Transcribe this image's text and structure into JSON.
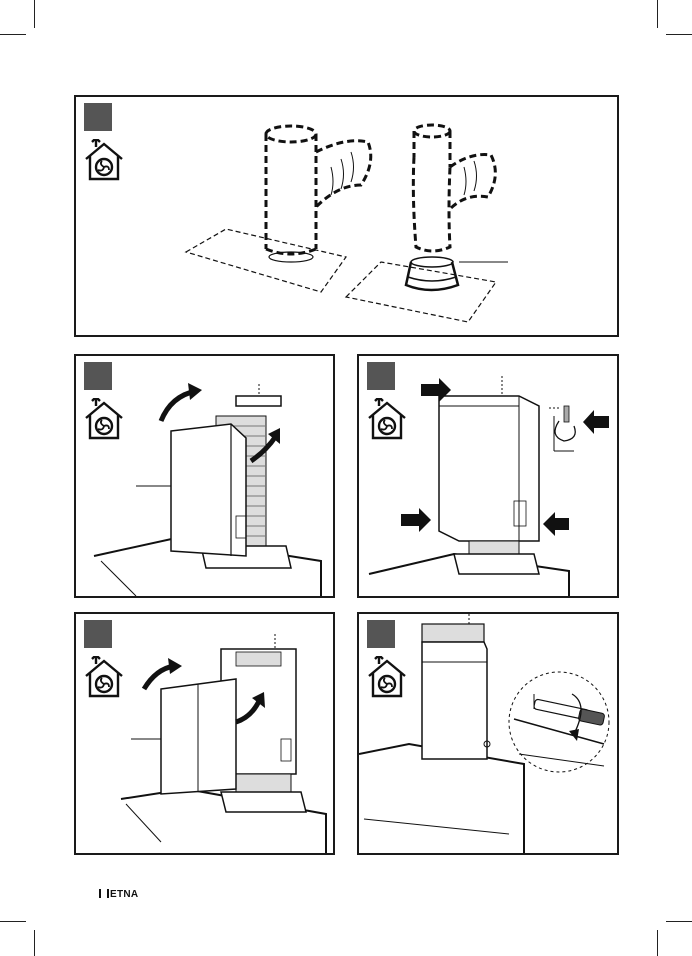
{
  "brand": {
    "name": "ETNA"
  },
  "icons": {
    "step_marker": "square",
    "extraction_mode": "house-fan-exhaust-icon"
  },
  "colors": {
    "ink": "#1a1a1a",
    "step_square": "#555555",
    "arrow": "#111111"
  },
  "panels": [
    {
      "id": "panel-1",
      "icon": "house-fan-exhaust-icon"
    },
    {
      "id": "panel-2",
      "icon": "house-fan-exhaust-icon"
    },
    {
      "id": "panel-3",
      "icon": "house-fan-exhaust-icon"
    },
    {
      "id": "panel-4",
      "icon": "house-fan-exhaust-icon"
    },
    {
      "id": "panel-5",
      "icon": "house-fan-exhaust-icon"
    }
  ]
}
